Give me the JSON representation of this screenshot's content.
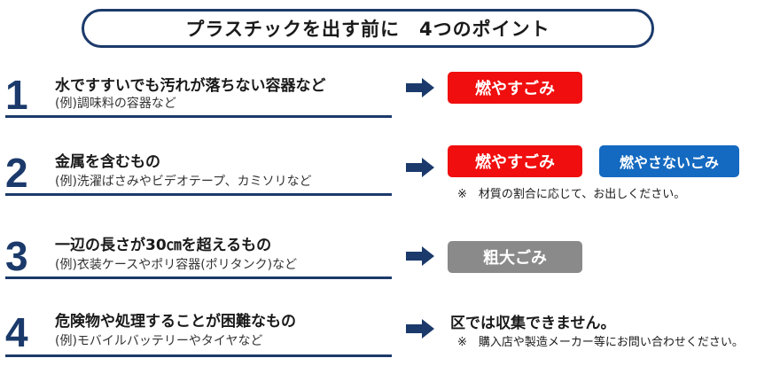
{
  "title": "プラスチックを出す前に　4つのポイント",
  "points": [
    {
      "number": "1",
      "main": "水ですすいでも汚れが落ちない容器など",
      "sub": "(例)調味料の容器など",
      "badges": [
        "燃やすごみ"
      ]
    },
    {
      "number": "2",
      "main": "金属を含むもの",
      "sub": "(例)洗濯ばさみやビデオテープ、カミソリなど",
      "badges": [
        "燃やすごみ",
        "燃やさないごみ"
      ],
      "note": "※　材質の割合に応じて、お出しください。"
    },
    {
      "number": "3",
      "main": "一辺の長さが30㎝を超えるもの",
      "sub": "(例)衣装ケースやポリ容器(ポリタンク)など",
      "badges": [
        "粗大ごみ"
      ]
    },
    {
      "number": "4",
      "main": "危険物や処理することが困難なもの",
      "sub": "(例)モバイルバッテリーやタイヤなど",
      "result": "区では収集できません。",
      "note": "※　購入店や製造メーカー等にお問い合わせください。"
    }
  ],
  "colors": {
    "navy": "#1b3a6b",
    "red": "#f00e0e",
    "blue": "#1469c0",
    "gray": "#8a8a8a"
  },
  "icons": {
    "arrow": "right-arrow-icon"
  }
}
